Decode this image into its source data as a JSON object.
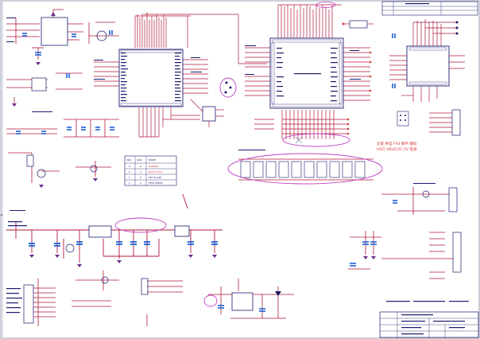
{
  "sheet": {
    "colors": {
      "wire": "#b0183a",
      "part": "#1a1a6e",
      "text": "#1a1a6e",
      "cap": "#1e5fd6",
      "highlight": "#c040c0",
      "power": "#6a2a8a",
      "annotation": "#d63a3a",
      "grid": "#9aa0b0"
    },
    "annotation_lines": [
      "注意  供电  FR4  数字  模拟",
      "I/O口  VBUS  DC  5V  电源"
    ],
    "table": {
      "headers": [
        "SW1",
        "SW2",
        "MODE"
      ],
      "rows": [
        [
          "0",
          "0",
          "NORMAL"
        ],
        [
          "0",
          "1",
          "BOOT ROM"
        ],
        [
          "1",
          "0",
          "EXT FLASH"
        ],
        [
          "1",
          "1",
          "TEST MODE"
        ]
      ]
    },
    "title_block": {
      "title": "",
      "rows": [
        "",
        "",
        ""
      ]
    }
  }
}
